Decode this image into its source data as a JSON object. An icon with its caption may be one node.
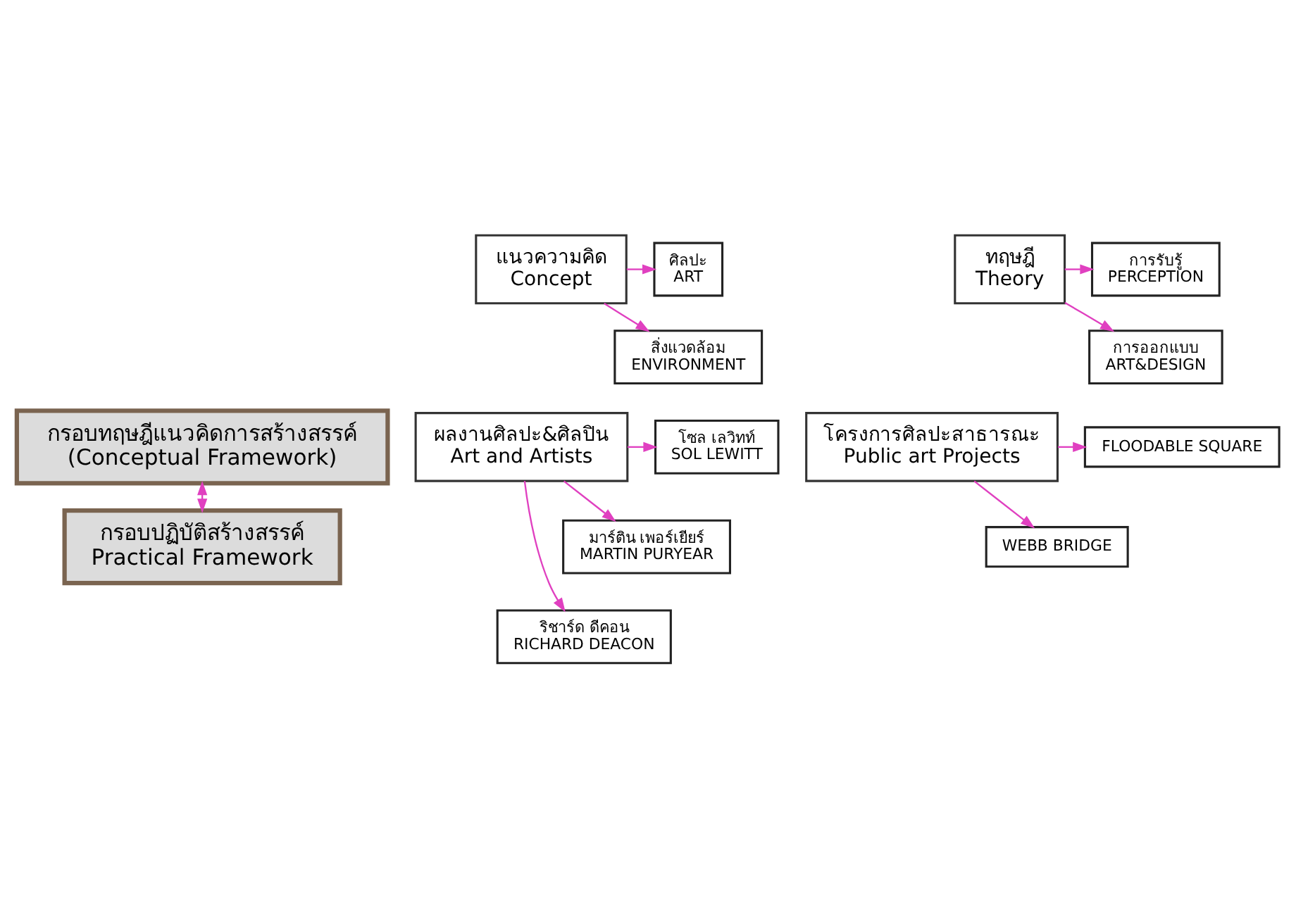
{
  "diagram": {
    "nodes": [
      {
        "text": [
          "กรอบทฤษฎีแนวคิดการสร้างสรรค์",
          "(Conceptual Framework)"
        ]
      },
      {
        "text": [
          "ศิลปะ",
          "ART"
        ]
      },
      {
        "text": [
          "สิ่งแวดล้อม",
          "ENVIRONMENT"
        ]
      },
      {
        "text": [
          "แนวความคิด",
          "Concept"
        ]
      },
      {
        "text": [
          "ทฤษฎี",
          "Theory"
        ]
      },
      {
        "text": [
          "การรับรู้",
          "PERCEPTION"
        ]
      },
      {
        "text": [
          "การออกแบบ",
          "ART&DESIGN"
        ]
      },
      {
        "text": [
          "โซล เลวิทท์",
          "SOL LEWITT"
        ]
      },
      {
        "text": [
          "ผลงานศิลปะ&ศิลปิน",
          "Art and Artists"
        ]
      },
      {
        "text": [
          "โครงการศิลปะสาธารณะ",
          "Public art Projects"
        ]
      },
      {
        "text": [
          "มาร์ติน เพอร์เยียร์",
          "MARTIN PURYEAR"
        ]
      },
      {
        "text": [
          "กรอบปฏิบัติสร้างสรรค์",
          "Practical Framework"
        ]
      },
      {
        "text": [
          "ริชาร์ด ดีคอน",
          "RICHARD DEACON"
        ]
      },
      {
        "text": [
          "FLOODABLE SQUARE"
        ]
      },
      {
        "text": [
          "WEBB BRIDGE"
        ]
      }
    ],
    "edges": [
      {
        "from": 0,
        "to": 11,
        "arrow": "both"
      },
      {
        "from": 3,
        "to": 1,
        "arrow": "to"
      },
      {
        "from": 3,
        "to": 2,
        "arrow": "to"
      },
      {
        "from": 4,
        "to": 5,
        "arrow": "to"
      },
      {
        "from": 4,
        "to": 6,
        "arrow": "to"
      },
      {
        "from": 8,
        "to": 7,
        "arrow": "to"
      },
      {
        "from": 8,
        "to": 10,
        "arrow": "to"
      },
      {
        "from": 8,
        "to": 12,
        "arrow": "to"
      },
      {
        "from": 9,
        "to": 13,
        "arrow": "to"
      },
      {
        "from": 9,
        "to": 14,
        "arrow": "to"
      }
    ]
  }
}
